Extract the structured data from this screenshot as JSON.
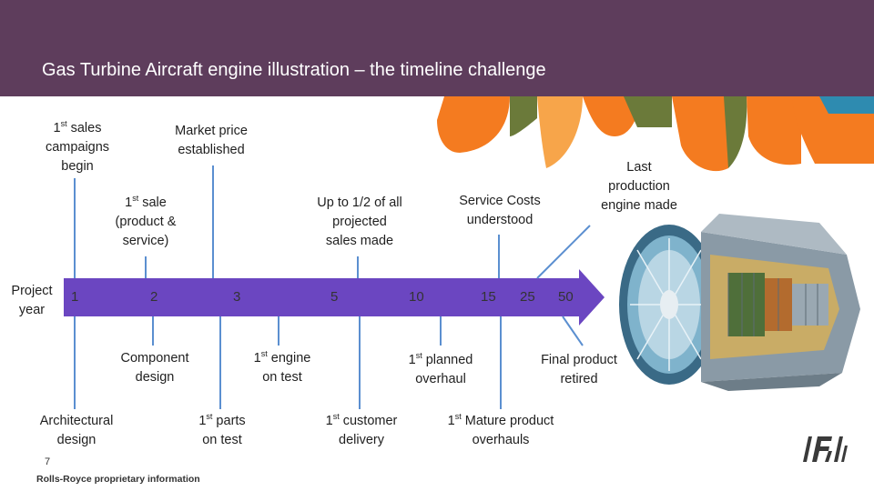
{
  "header": {
    "title": "Gas Turbine Aircraft engine illustration – the timeline challenge"
  },
  "axis": {
    "label_line1": "Project",
    "label_line2": "year",
    "ticks": [
      "1",
      "2",
      "3",
      "5",
      "10",
      "15",
      "25",
      "50"
    ]
  },
  "milestones_above": {
    "sales_campaigns": {
      "sup": "st",
      "line1": "1",
      "line1_rest": " sales",
      "line2": "campaigns",
      "line3": "begin"
    },
    "market_price": {
      "line1": "Market price",
      "line2": "established"
    },
    "first_sale": {
      "line1": "1",
      "sup": "st",
      "line1_rest": " sale",
      "line2": "(product &",
      "line3": "service)"
    },
    "half_sales": {
      "line1": "Up to 1/2 of all",
      "line2": "projected",
      "line3": "sales made"
    },
    "service_costs": {
      "line1": "Service Costs",
      "line2": "understood"
    },
    "last_production": {
      "line1": "Last",
      "line2": "production",
      "line3": "engine made"
    }
  },
  "milestones_below": {
    "component_design": {
      "line1": "Component",
      "line2": "design"
    },
    "engine_test": {
      "line1": "1",
      "sup": "st",
      "line1_rest": " engine",
      "line2": "on test"
    },
    "planned_overhaul": {
      "line1": "1",
      "sup": "st",
      "line1_rest": " planned",
      "line2": "overhaul"
    },
    "final_product": {
      "line1": "Final product",
      "line2": "retired"
    },
    "architectural_design": {
      "line1": "Architectural",
      "line2": "design"
    },
    "parts_test": {
      "line1": "1",
      "sup": "st",
      "line1_rest": " parts",
      "line2": "on test"
    },
    "customer_delivery": {
      "line1": "1",
      "sup": "st",
      "line1_rest": " customer",
      "line2": "delivery"
    },
    "mature_overhauls": {
      "line1": "1",
      "sup": "st",
      "line1_rest": " Mature product",
      "line2": "overhauls"
    }
  },
  "footer": {
    "page_number": "7",
    "note": "Rolls-Royce proprietary information"
  },
  "colors": {
    "header": "#5e3d5c",
    "arrow": "#6b46c1",
    "leader_line": "#5b8fd0",
    "orange": "#f47b20",
    "green": "#6b7a3a",
    "teal": "#2e8bb0",
    "light_orange": "#f7a54a"
  },
  "icons": {
    "engine": "turbofan-engine-cutaway-icon",
    "logo": "company-logo-icon"
  }
}
